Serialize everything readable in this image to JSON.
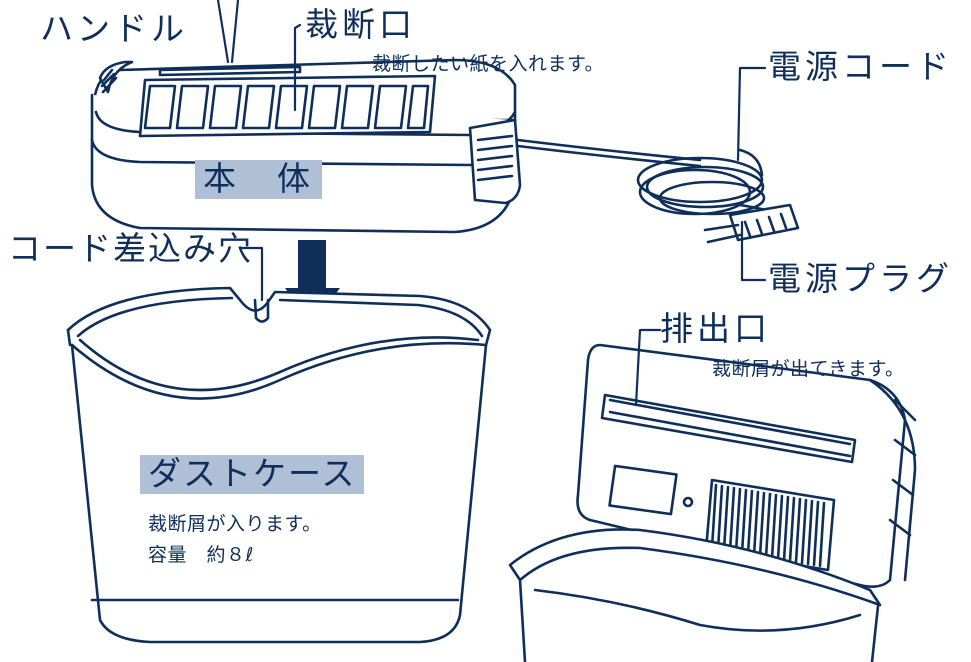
{
  "labels": {
    "handle": "ハンドル",
    "cutting_slot": "裁断口",
    "cutting_slot_desc": "裁断したい紙を入れます。",
    "power_cord": "電源コード",
    "main_body": "本　体",
    "cord_hole": "コード差込み穴",
    "power_plug": "電源プラグ",
    "outlet": "排出口",
    "outlet_desc": "裁断屑が出てきます。",
    "dust_case": "ダストケース",
    "dust_case_desc": "裁断屑が入ります。",
    "capacity": "容量　約８ℓ"
  },
  "colors": {
    "line": "#0f2f5a",
    "highlight": "#aebfd6",
    "background": "#ffffff"
  }
}
